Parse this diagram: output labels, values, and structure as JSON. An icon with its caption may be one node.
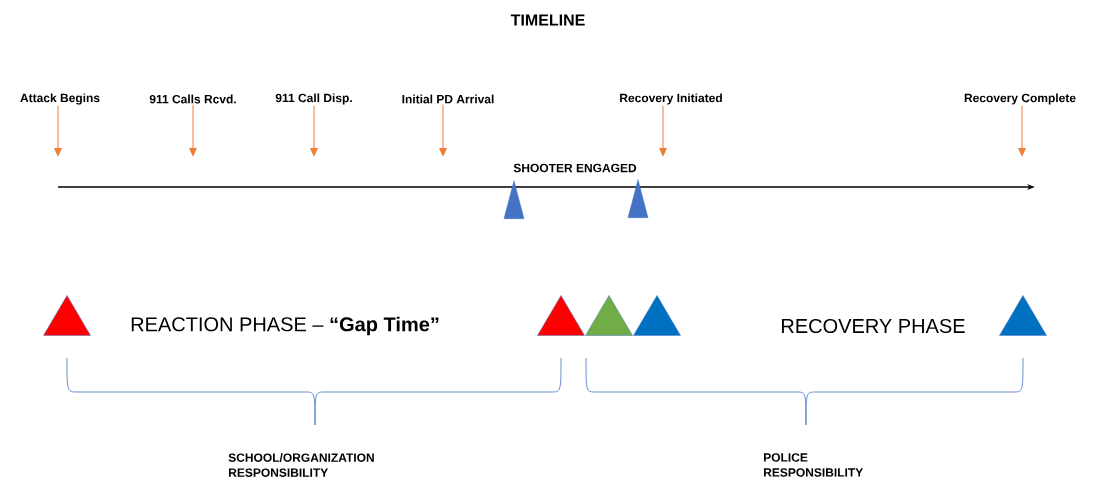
{
  "diagram": {
    "title": "TIMELINE",
    "nodes": [
      {
        "text": [
          "Attack Begins"
        ]
      },
      {
        "text": [
          "911 Calls Rcvd."
        ]
      },
      {
        "text": [
          "911 Call Disp."
        ]
      },
      {
        "text": [
          "Initial PD Arrival"
        ]
      },
      {
        "text": [
          "Recovery Initiated"
        ]
      },
      {
        "text": [
          "Recovery Complete"
        ]
      },
      {
        "text": [],
        "shape": "triangle"
      },
      {
        "text": [],
        "shape": "triangle"
      },
      {
        "text": [],
        "shape": "triangle"
      },
      {
        "text": [],
        "shape": "triangle"
      },
      {
        "text": [],
        "shape": "triangle"
      },
      {
        "text": [],
        "shape": "triangle"
      },
      {
        "text": [],
        "shape": "triangle"
      }
    ],
    "edges": [
      {
        "from": 0,
        "to": null,
        "arrow": "to"
      },
      {
        "from": 1,
        "to": null,
        "arrow": "to"
      },
      {
        "from": 2,
        "to": null,
        "arrow": "to"
      },
      {
        "from": 3,
        "to": null,
        "arrow": "to"
      },
      {
        "from": 4,
        "to": null,
        "arrow": "to"
      },
      {
        "from": 5,
        "to": null,
        "arrow": "to"
      }
    ],
    "labels": [
      "SHOOTER ENGAGED",
      "REACTION PHASE – **“Gap Time”**",
      "RECOVERY PHASE",
      "SCHOOL/ORGANIZATION RESPONSIBILITY",
      "POLICE RESPONSIBILITY"
    ]
  }
}
